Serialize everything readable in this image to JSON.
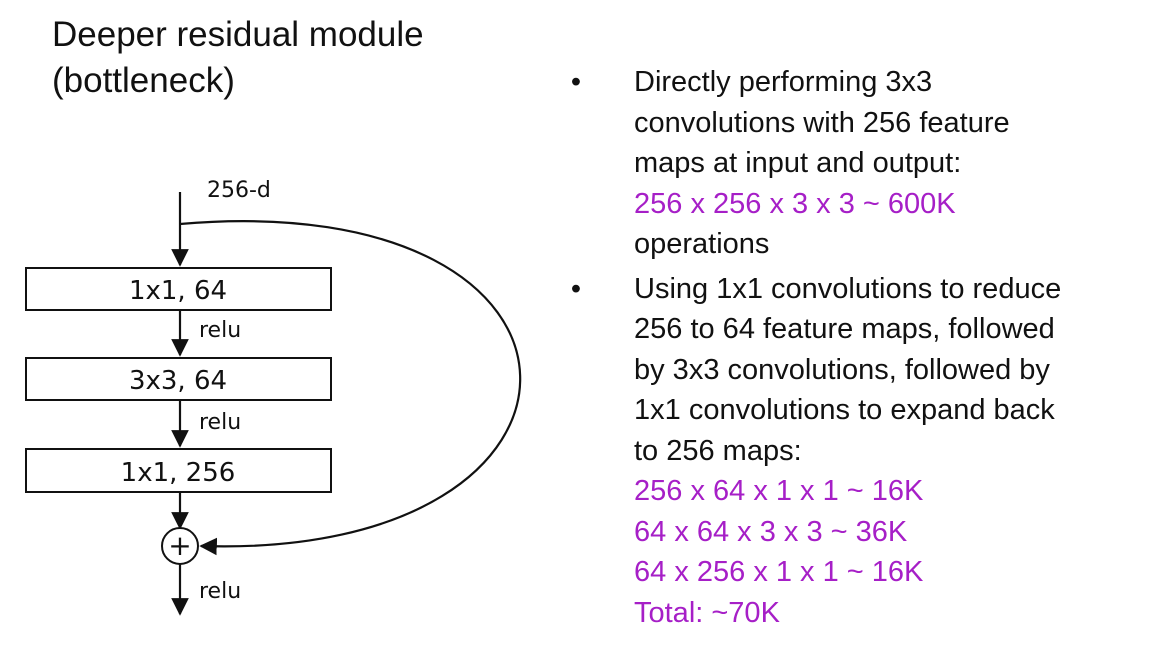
{
  "title": {
    "line1": "Deeper residual module",
    "line2": "(bottleneck)"
  },
  "diagram": {
    "input_label": "256-d",
    "blocks": [
      "1x1, 64",
      "3x3, 64",
      "1x1, 256"
    ],
    "activation_labels": [
      "relu",
      "relu",
      "relu"
    ],
    "add_symbol": "+"
  },
  "bullets": [
    {
      "marker": "•",
      "text_lines": [
        "Directly performing 3x3",
        "convolutions with 256 feature",
        "maps at input and output:"
      ],
      "highlight_lines": [
        "256 x 256 x 3 x 3 ~ 600K"
      ],
      "tail_lines": [
        "operations"
      ]
    },
    {
      "marker": "•",
      "text_lines": [
        "Using 1x1 convolutions to reduce",
        "256 to 64 feature maps, followed",
        "by 3x3 convolutions, followed by",
        "1x1 convolutions to expand back",
        "to 256 maps:"
      ],
      "highlight_lines": [
        "256 x 64 x 1 x 1 ~ 16K",
        "64 x 64 x 3 x 3 ~ 36K",
        "64 x 256 x 1 x 1 ~ 16K",
        "Total: ~70K"
      ],
      "tail_lines": []
    }
  ],
  "colors": {
    "highlight": "#a61fc7",
    "text": "#111111"
  }
}
